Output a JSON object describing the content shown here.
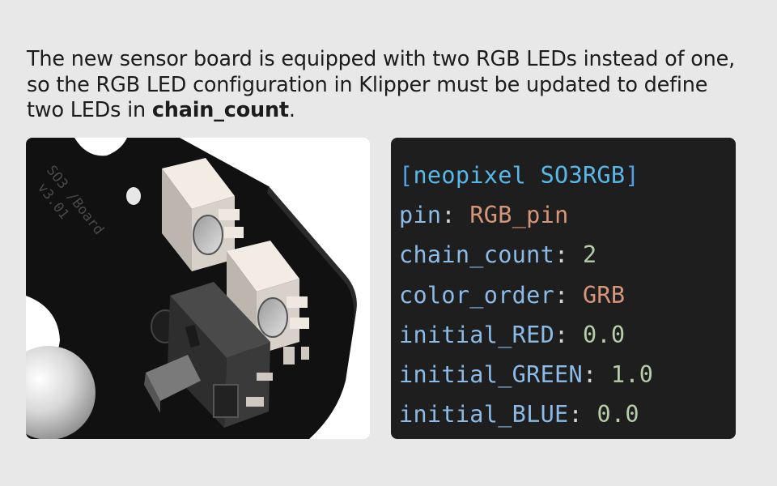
{
  "intro": {
    "text_before": "The new sensor board is equipped with two RGB LEDs instead of one, so the RGB LED configuration in Klipper must be updated to define two LEDs in ",
    "keyword": "chain_count",
    "text_after": "."
  },
  "render": {
    "board_label_line1": "SO3 ",
    "board_label_line1b": "/Board",
    "board_label_line2": "v3.01",
    "colors": {
      "board": "#111111",
      "connector": "#efe8e0",
      "sensor": "#3a3a3a",
      "ball": "#d8d8d8"
    }
  },
  "code": {
    "section_open": "[",
    "section_name": "neopixel SO3RGB",
    "section_close": "]",
    "lines": [
      {
        "key": "pin",
        "colon": ": ",
        "value": "RGB_pin",
        "type": "str"
      },
      {
        "key": "chain_count",
        "colon": ": ",
        "value": "2",
        "type": "num"
      },
      {
        "key": "color_order",
        "colon": ": ",
        "value": "GRB",
        "type": "str"
      },
      {
        "key": "initial_RED",
        "colon": ": ",
        "value": "0.0",
        "type": "num"
      },
      {
        "key": "initial_GREEN",
        "colon": ": ",
        "value": "1.0",
        "type": "num"
      },
      {
        "key": "initial_BLUE",
        "colon": ": ",
        "value": "0.0",
        "type": "num"
      }
    ],
    "colors": {
      "background": "#1e1e1e",
      "key": "#8bbbe6",
      "string": "#d7967a",
      "number": "#b5cea8",
      "section": "#58b8ea"
    }
  }
}
